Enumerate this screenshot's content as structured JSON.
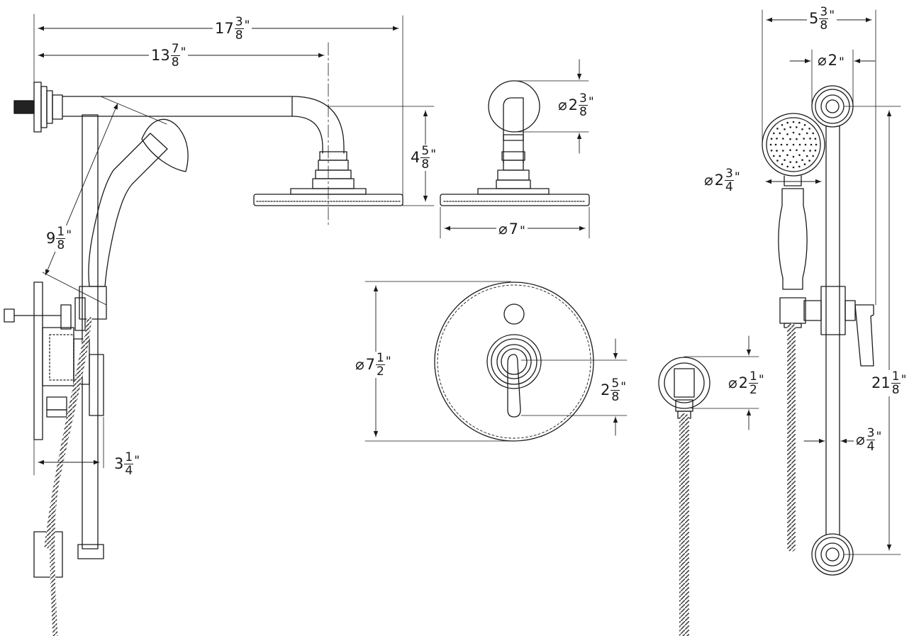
{
  "dimensions": {
    "arm_total_length": {
      "symbol": "",
      "whole": "17",
      "num": "3",
      "den": "8",
      "unit": "\""
    },
    "arm_reach": {
      "symbol": "",
      "whole": "13",
      "num": "7",
      "den": "8",
      "unit": "\""
    },
    "arm_drop": {
      "symbol": "",
      "whole": "4",
      "num": "5",
      "den": "8",
      "unit": "\""
    },
    "flange_diameter": {
      "symbol": "⌀",
      "whole": "2",
      "num": "3",
      "den": "8",
      "unit": "\""
    },
    "showerhead_diameter": {
      "symbol": "⌀",
      "whole": "7",
      "num": "",
      "den": "",
      "unit": "\""
    },
    "handshower_height": {
      "symbol": "",
      "whole": "9",
      "num": "1",
      "den": "8",
      "unit": "\""
    },
    "valve_projection": {
      "symbol": "",
      "whole": "3",
      "num": "1",
      "den": "4",
      "unit": "\""
    },
    "trim_plate_diameter": {
      "symbol": "⌀",
      "whole": "7",
      "num": "1",
      "den": "2",
      "unit": "\""
    },
    "handle_height": {
      "symbol": "",
      "whole": "2",
      "num": "5",
      "den": "8",
      "unit": "\""
    },
    "supply_elbow_diameter": {
      "symbol": "⌀",
      "whole": "2",
      "num": "1",
      "den": "2",
      "unit": "\""
    },
    "slidebar_width": {
      "symbol": "",
      "whole": "5",
      "num": "3",
      "den": "8",
      "unit": "\""
    },
    "bracket_diameter": {
      "symbol": "⌀",
      "whole": "2",
      "num": "",
      "den": "",
      "unit": "\""
    },
    "handshower_head_diameter": {
      "symbol": "⌀",
      "whole": "2",
      "num": "3",
      "den": "4",
      "unit": "\""
    },
    "slidebar_length": {
      "symbol": "",
      "whole": "21",
      "num": "1",
      "den": "8",
      "unit": "\""
    },
    "bar_diameter": {
      "symbol": "⌀",
      "whole": "",
      "num": "3",
      "den": "4",
      "unit": "\""
    }
  },
  "colors": {
    "line": "#1a1a1a",
    "hose": "#555555",
    "background": "#ffffff"
  }
}
